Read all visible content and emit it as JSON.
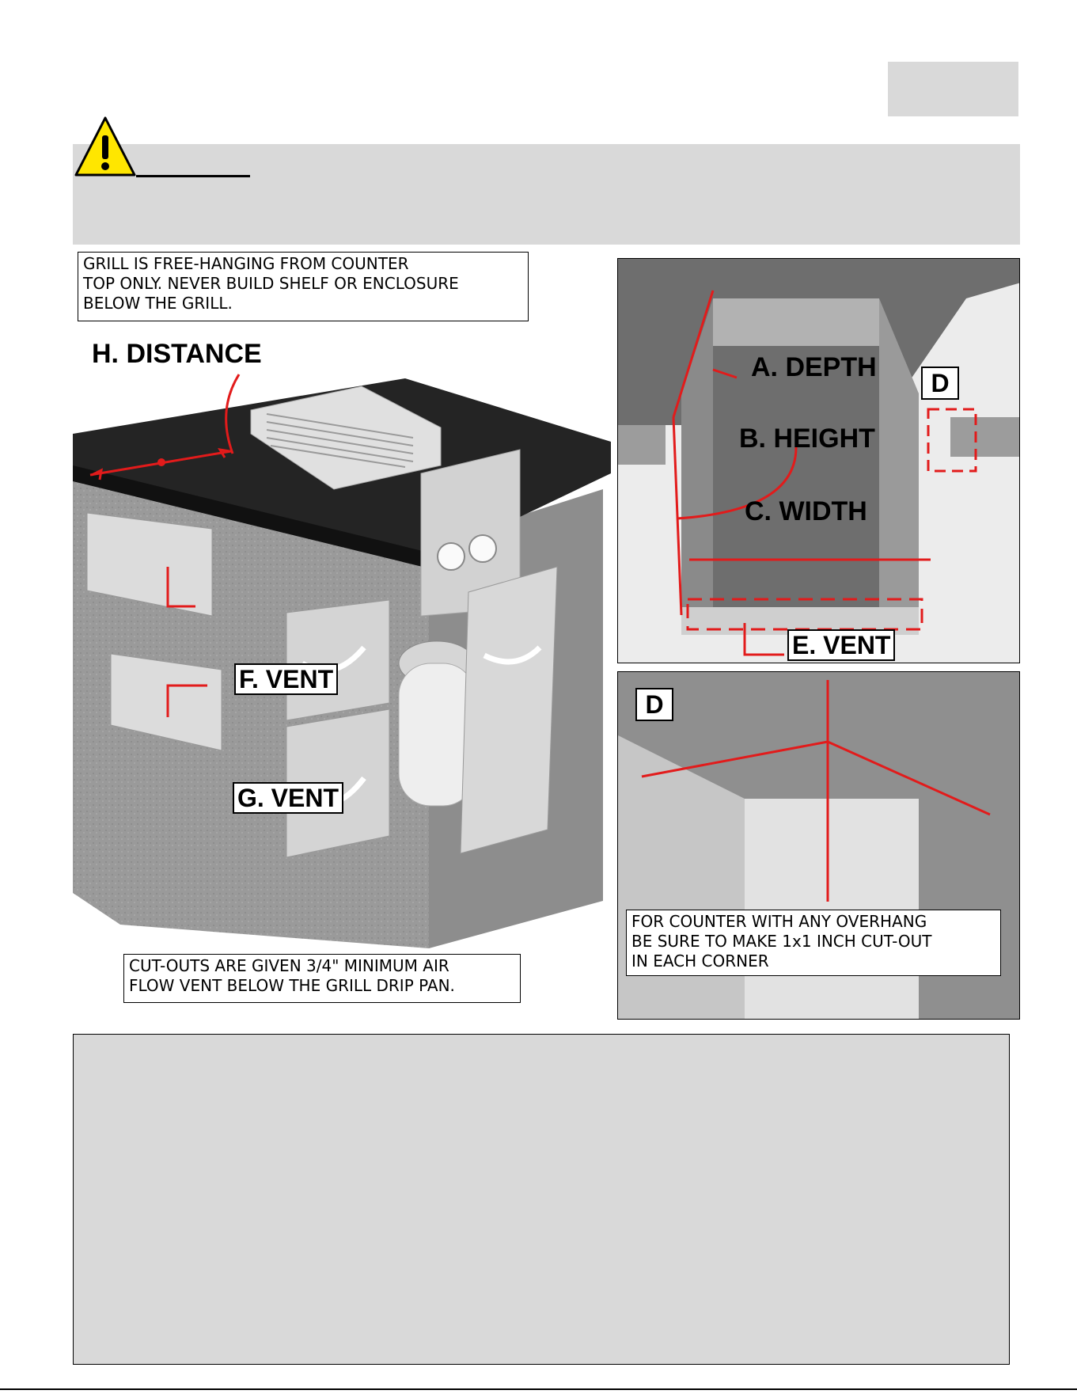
{
  "figure": {
    "callout_top": "GRILL IS FREE-HANGING FROM COUNTER\nTOP ONLY. NEVER BUILD SHELF OR ENCLOSURE\nBELOW THE GRILL.",
    "callout_bottom": "CUT-OUTS ARE GIVEN 3/4\" MINIMUM AIR\nFLOW VENT BELOW THE GRILL DRIP PAN.",
    "labels": {
      "h_distance": "H. DISTANCE",
      "f_vent": "F. VENT",
      "g_vent": "G. VENT",
      "a_depth": "A. DEPTH",
      "b_height": "B. HEIGHT",
      "c_width": "C. WIDTH",
      "e_vent": "E. VENT",
      "d_marker": "D",
      "d_detail": "D"
    },
    "callout_detail": "FOR COUNTER WITH ANY OVERHANG\nBE SURE TO MAKE 1x1 INCH CUT-OUT\nIN EACH CORNER"
  },
  "colors": {
    "accent_red": "#e21b1b",
    "warning_yellow": "#ffe600",
    "countertop": "#2a2a2a",
    "panel_gray": "#d9d9d9"
  }
}
